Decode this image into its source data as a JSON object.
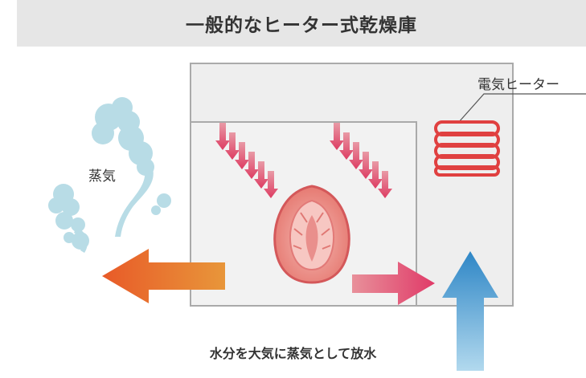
{
  "title": "一般的なヒーター式乾燥庫",
  "labels": {
    "steam": "蒸気",
    "electric_heater": "電気ヒーター",
    "caption": "水分を大気に蒸気として放水"
  },
  "colors": {
    "title_bg": "#e6e6e6",
    "chamber_fill": "#eeeeee",
    "chamber_stroke": "#aaaaaa",
    "heater_coil": "#e04040",
    "heat_arrow": "#e0506a",
    "steam_cloud": "#b8dce6",
    "exhaust_arrow_start": "#e85a28",
    "exhaust_arrow_end": "#e8963a",
    "air_arrow_top": "#2e86c6",
    "air_arrow_bottom": "#a8d4ec",
    "strawberry": "#e6857a"
  }
}
